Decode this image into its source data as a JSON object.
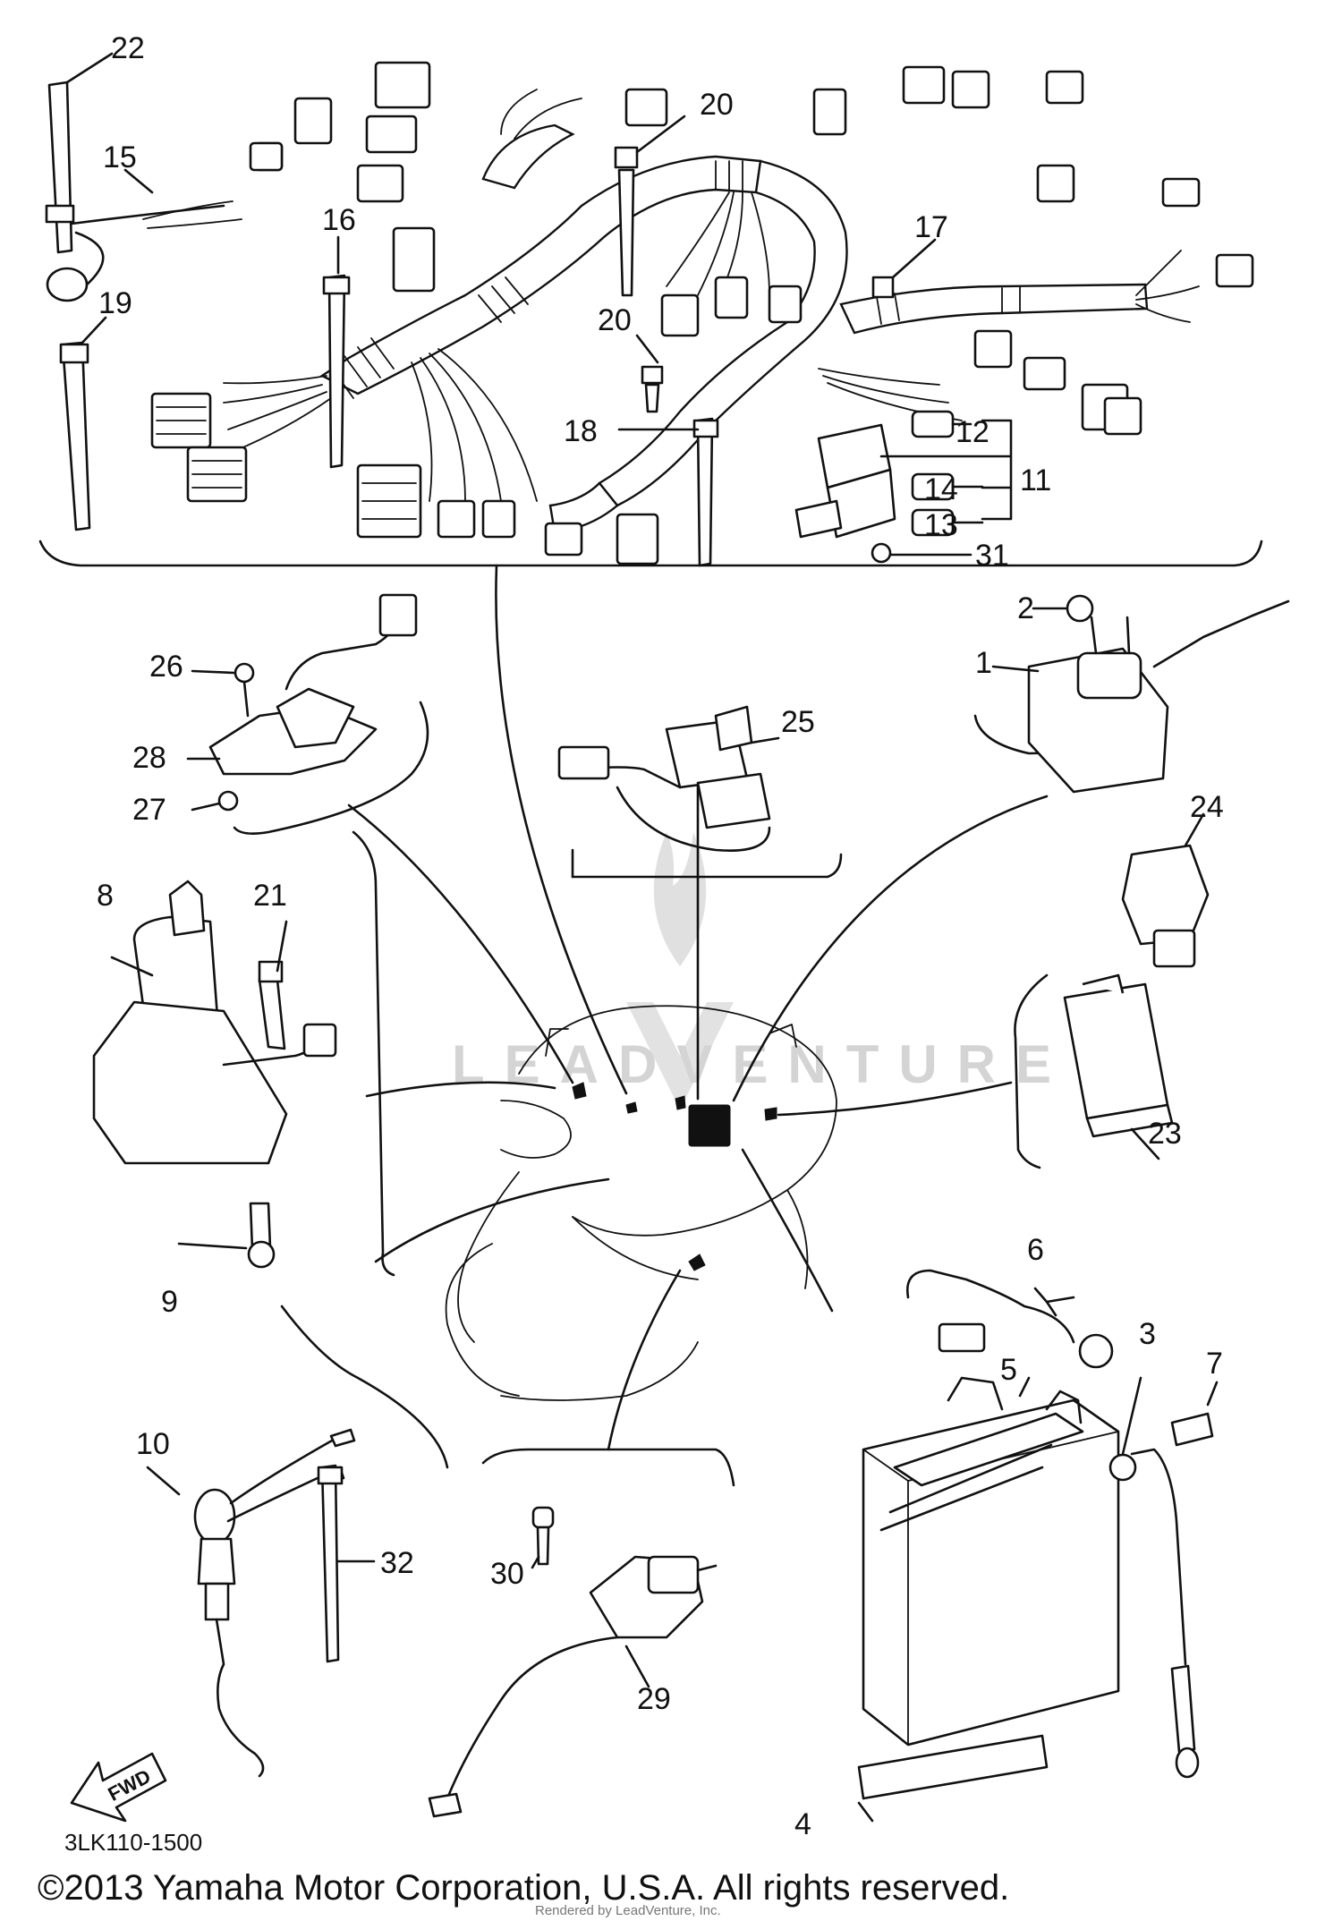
{
  "diagram": {
    "callouts": [
      {
        "id": "1",
        "label": "1"
      },
      {
        "id": "2",
        "label": "2"
      },
      {
        "id": "3",
        "label": "3"
      },
      {
        "id": "4",
        "label": "4"
      },
      {
        "id": "5",
        "label": "5"
      },
      {
        "id": "6",
        "label": "6"
      },
      {
        "id": "7",
        "label": "7"
      },
      {
        "id": "8",
        "label": "8"
      },
      {
        "id": "9",
        "label": "9"
      },
      {
        "id": "10",
        "label": "10"
      },
      {
        "id": "11",
        "label": "11"
      },
      {
        "id": "12",
        "label": "12"
      },
      {
        "id": "13",
        "label": "13"
      },
      {
        "id": "14",
        "label": "14"
      },
      {
        "id": "15",
        "label": "15"
      },
      {
        "id": "16",
        "label": "16"
      },
      {
        "id": "17",
        "label": "17"
      },
      {
        "id": "18",
        "label": "18"
      },
      {
        "id": "19",
        "label": "19"
      },
      {
        "id": "20a",
        "label": "20"
      },
      {
        "id": "20b",
        "label": "20"
      },
      {
        "id": "21",
        "label": "21"
      },
      {
        "id": "22",
        "label": "22"
      },
      {
        "id": "23",
        "label": "23"
      },
      {
        "id": "24",
        "label": "24"
      },
      {
        "id": "25",
        "label": "25"
      },
      {
        "id": "26",
        "label": "26"
      },
      {
        "id": "27",
        "label": "27"
      },
      {
        "id": "28",
        "label": "28"
      },
      {
        "id": "29",
        "label": "29"
      },
      {
        "id": "30",
        "label": "30"
      },
      {
        "id": "31",
        "label": "31"
      },
      {
        "id": "32",
        "label": "32"
      }
    ],
    "fwd_label": "FWD",
    "diagram_code": "3LK110-1500",
    "watermark": "LEADVENTURE"
  },
  "footer": {
    "copyright": "©2013 Yamaha Motor Corporation, U.S.A. All rights reserved.",
    "rendered_by": "Rendered by LeadVenture, Inc."
  }
}
